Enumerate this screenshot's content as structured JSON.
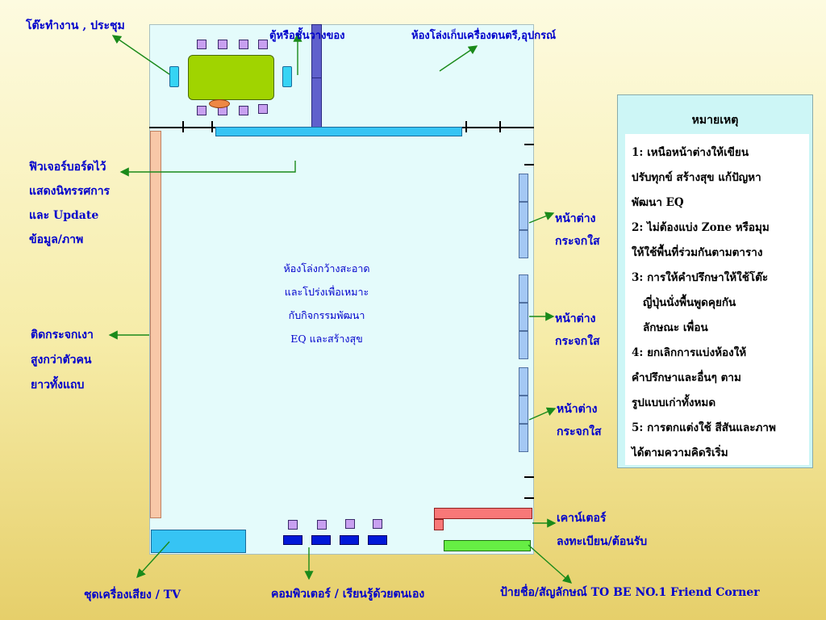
{
  "labels": {
    "meeting_table": "โต๊ะทำงาน , ประชุม",
    "cabinet": "ตู้หรือชั้นวางของ",
    "music_room": "ห้องโล่งเก็บเครื่องดนตรี,อุปกรณ์",
    "feature_board": [
      "ฟิวเจอร์บอร์ดไว้",
      "แสดงนิทรรศการ",
      "และ Update",
      "ข้อมูล/ภาพ"
    ],
    "mirror": [
      "ติดกระจกเงา",
      "สูงกว่าตัวคน",
      "ยาวทั้งแถบ"
    ],
    "window_1": [
      "หน้าต่าง",
      "กระจกใส"
    ],
    "window_2": [
      "หน้าต่าง",
      "กระจกใส"
    ],
    "window_3": [
      "หน้าต่าง",
      "กระจกใส"
    ],
    "counter": [
      "เคาน์เตอร์",
      "ลงทะเบียน/ต้อนรับ"
    ],
    "av_set": "ชุดเครื่องเสียง / TV",
    "computer": "คอมพิวเตอร์ / เรียนรู้ด้วยตนเอง",
    "signage": "ป้ายชื่อ/สัญลักษณ์ TO BE NO.1 Friend Corner"
  },
  "room_center_text": [
    "ห้องโล่งกว้างสะอาด",
    "และโปร่งเพื่อเหมาะ",
    "กับกิจกรรมพัฒนา",
    "EQ และสร้างสุข"
  ],
  "legend": {
    "title": "หมายเหตุ",
    "items": [
      {
        "lines": [
          "1:   เหนือหน้าต่างให้เขียน",
          "ปรับทุกข์  สร้างสุข แก้ปัญหา",
          " พัฒนา EQ"
        ]
      },
      {
        "lines": [
          "2: ไม่ต้องแบ่ง Zone หรือมุม",
          "ให้ใช้พื้นที่ร่วมกันตามตาราง"
        ]
      },
      {
        "lines": [
          "3: การให้คำปรึกษาให้ใช้โต๊ะ",
          "ญี่ปุ่นนั่งพื้นพูดคุยกัน",
          "ลักษณะ เพื่อน"
        ]
      },
      {
        "lines": [
          "4: ยกเลิกการแบ่งห้องให้",
          "คำปรึกษาและอื่นๆ ตาม",
          "รูปแบบเก่าทั้งหมด"
        ]
      },
      {
        "lines": [
          "5: การตกแต่งใช้ สีสันและภาพ",
          "ได้ตามความคิดริเริ่ม"
        ]
      }
    ]
  },
  "colors": {
    "label_text": "#0000cc",
    "arrow": "#1a8a1a",
    "room_fill": "#e4fbfb",
    "table": "#a0d400",
    "chair": "#c8a0f0",
    "board": "#36c4f4",
    "partition": "#6060cc",
    "mirror": "#f8c8a8",
    "glass": "#a4c8f4",
    "counter": "#f87878",
    "computer_desk": "#0018d8",
    "signage": "#66ee44"
  }
}
